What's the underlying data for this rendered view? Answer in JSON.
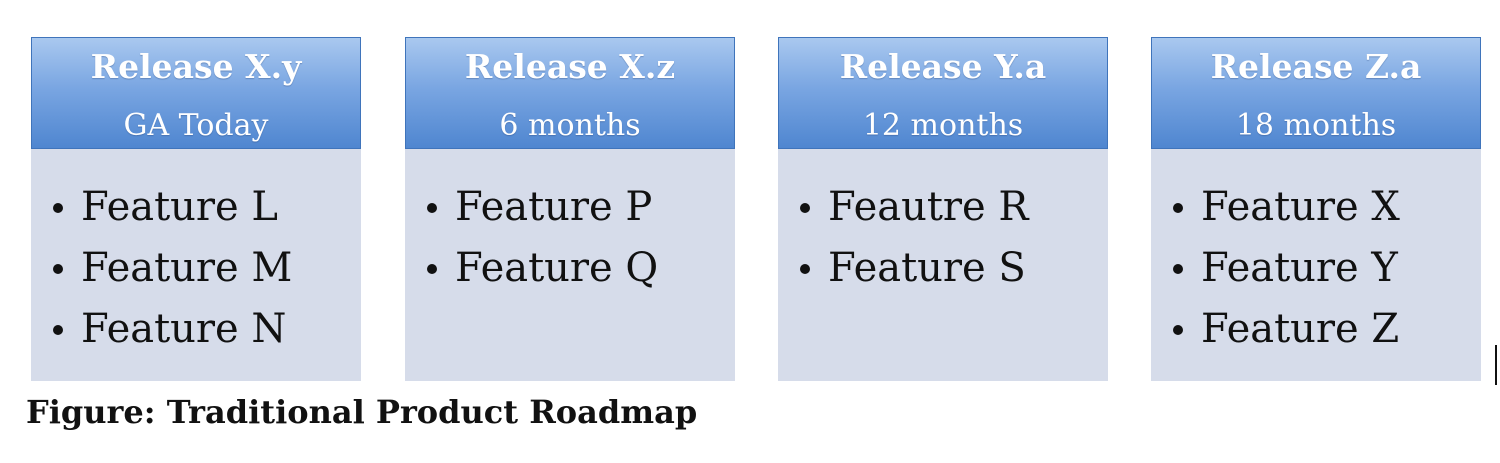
{
  "releases": [
    {
      "name": "Release X.y",
      "when": "GA Today",
      "features": [
        "Feature L",
        "Feature M",
        "Feature N"
      ]
    },
    {
      "name": "Release X.z",
      "when": "6 months",
      "features": [
        "Feature P",
        "Feature Q"
      ]
    },
    {
      "name": "Release Y.a",
      "when": "12 months",
      "features": [
        "Feautre R",
        "Feature S"
      ]
    },
    {
      "name": "Release Z.a",
      "when": "18 months",
      "features": [
        "Feature X",
        "Feature Y",
        "Feature Z"
      ]
    }
  ],
  "caption": "Figure: Traditional Product Roadmap",
  "colors": {
    "header_top": "#a9c8ef",
    "header_bottom": "#4f86d0",
    "header_border": "#3f74bb",
    "body_fill": "#d6dcea",
    "text": "#111111"
  }
}
